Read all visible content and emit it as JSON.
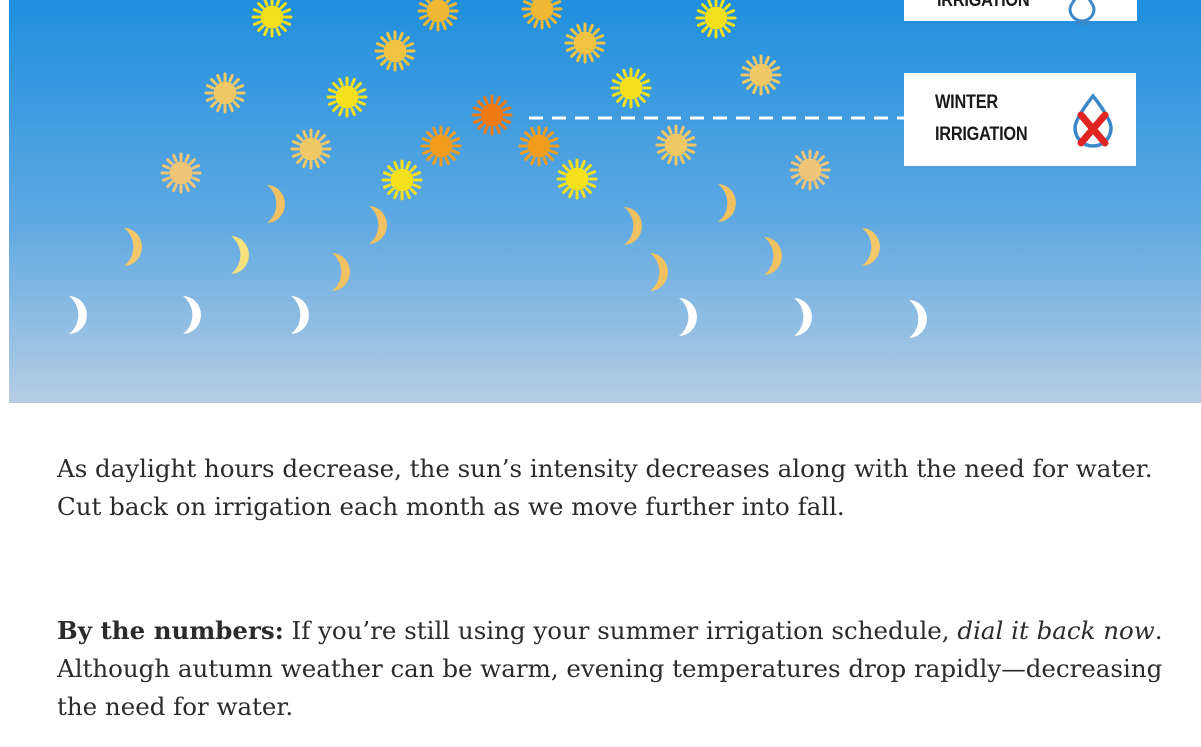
{
  "hero": {
    "top_label_partial": "IRRIGATION",
    "winter_label_line1": "WINTER",
    "winter_label_line2": "IRRIGATION",
    "sky_top_color": "#1f8fde",
    "sky_bottom_color": "#b5cde4",
    "icons": [
      "sun-icon",
      "moon-icon",
      "water-drop-icon",
      "red-x-icon"
    ]
  },
  "article": {
    "paragraph1": "As daylight hours decrease, the sun’s intensity decreases along with the need for water. Cut back on irrigation each month as we move further into fall.",
    "p2_bold": "By the numbers:",
    "p2_text1": " If you’re still using your summer irrigation schedule, ",
    "p2_italic": "dial it back now",
    "p2_text2": ". Although autumn weather can be warm, evening temperatures drop rapidly—decreasing the need for water."
  }
}
